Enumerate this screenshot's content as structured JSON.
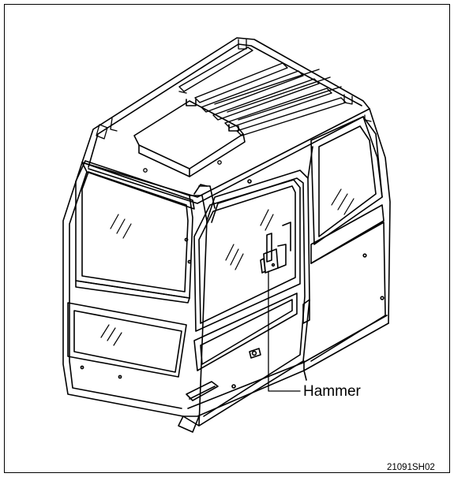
{
  "figure": {
    "callout_label": "Hammer",
    "drawing_code": "21091SH02",
    "subject": "excavator-cab-isometric-drawing"
  },
  "colors": {
    "line": "#000000",
    "background": "#ffffff"
  }
}
